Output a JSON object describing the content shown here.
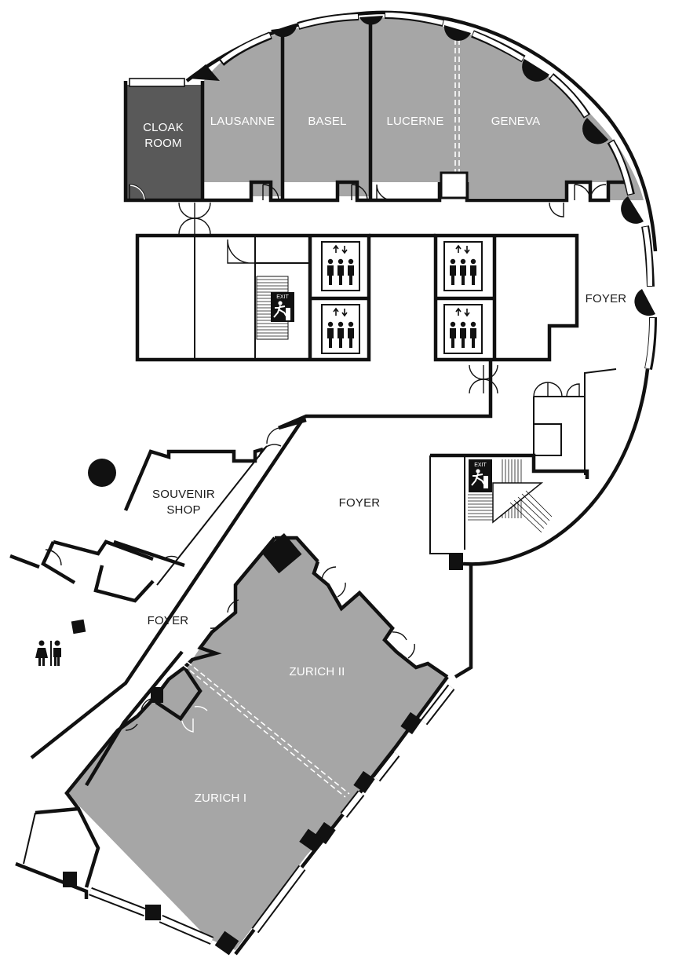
{
  "rooms": {
    "cloak_room_line1": "CLOAK",
    "cloak_room_line2": "ROOM",
    "lausanne": "LAUSANNE",
    "basel": "BASEL",
    "lucerne": "LUCERNE",
    "geneva": "GENEVA",
    "souvenir_line1": "SOUVENIR",
    "souvenir_line2": "SHOP",
    "zurich_ii": "ZURICH II",
    "zurich_i": "ZURICH I"
  },
  "foyers": {
    "upper_right": "FOYER",
    "center": "FOYER",
    "lower_left": "FOYER"
  },
  "exit_signs": [
    "EXIT",
    "EXIT"
  ],
  "colors": {
    "meeting_room": "#a6a6a6",
    "cloak_room": "#595959",
    "wall": "#111111",
    "background": "#ffffff"
  },
  "icons": [
    "elevator-icon",
    "elevator-icon",
    "elevator-icon",
    "elevator-icon",
    "exit-sign-icon",
    "exit-sign-icon",
    "restroom-icon",
    "column-icon"
  ]
}
